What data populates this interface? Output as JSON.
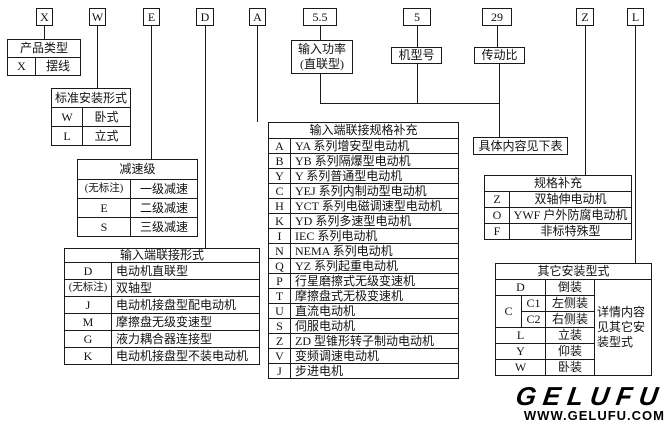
{
  "colors": {
    "line": "#1a1a1a",
    "background": "#ffffff",
    "text": "#111111",
    "logo": "#000000"
  },
  "top_codes": [
    "X",
    "W",
    "E",
    "D",
    "A",
    "5.5",
    "5",
    "29",
    "Z",
    "L"
  ],
  "callouts": {
    "product_type": {
      "title": "产品类型",
      "rows": [
        [
          "X",
          "摆线"
        ]
      ]
    },
    "mounting": {
      "title": "标准安装形式",
      "rows": [
        [
          "W",
          "卧式"
        ],
        [
          "L",
          "立式"
        ]
      ]
    },
    "reduction": {
      "title": "减速级",
      "rows": [
        [
          "(无标注)",
          "一级减速"
        ],
        [
          "E",
          "二级减速"
        ],
        [
          "S",
          "三级减速"
        ]
      ]
    },
    "input_power": {
      "line1": "输入功率",
      "line2": "(直联型)"
    },
    "model_no": "机型号",
    "ratio": "传动比",
    "input_connection": {
      "title": "输入端联接形式",
      "rows": [
        [
          "D",
          "电动机直联型"
        ],
        [
          "(无标注)",
          "双轴型"
        ],
        [
          "J",
          "电动机接盘型配电动机"
        ],
        [
          "M",
          "摩擦盘无级变速型"
        ],
        [
          "G",
          "液力耦合器连接型"
        ],
        [
          "K",
          "电动机接盘型不装电动机"
        ]
      ]
    },
    "input_spec": {
      "title": "输入端联接规格补充",
      "rows": [
        [
          "A",
          "YA 系列增安型电动机"
        ],
        [
          "B",
          "YB 系列隔爆型电动机"
        ],
        [
          "Y",
          "Y 系列普通型电动机"
        ],
        [
          "C",
          "YEJ 系列内制动型电动机"
        ],
        [
          "H",
          "YCT 系列电磁调速型电动机"
        ],
        [
          "K",
          "YD 系列多速型电动机"
        ],
        [
          "I",
          "IEC 系列电动机"
        ],
        [
          "N",
          "NEMA 系列电动机"
        ],
        [
          "Q",
          "YZ 系列起重电动机"
        ],
        [
          "P",
          "行星磨擦式无级变速机"
        ],
        [
          "T",
          "摩擦盘式无极变速机"
        ],
        [
          "U",
          "直流电动机"
        ],
        [
          "S",
          "伺服电动机"
        ],
        [
          "Z",
          "ZD 型锥形转子制动电动机"
        ],
        [
          "V",
          "变频调速电动机"
        ],
        [
          "J",
          "步进电机"
        ]
      ]
    },
    "see_below": "具体内容见下表",
    "spec_supplement": {
      "title": "规格补充",
      "rows": [
        [
          "Z",
          "双轴伸电动机"
        ],
        [
          "O",
          "YWF 户外防腐电动机"
        ],
        [
          "F",
          "非标特殊型"
        ]
      ]
    },
    "other_mounting": {
      "title": "其它安装型式",
      "group_label": "C",
      "note": "详情内容见其它安装型式",
      "rows": [
        [
          "D",
          "倒装"
        ],
        [
          "C1",
          "左侧装"
        ],
        [
          "C2",
          "右侧装"
        ],
        [
          "L",
          "立装"
        ],
        [
          "Y",
          "仰装"
        ],
        [
          "W",
          "卧装"
        ]
      ]
    }
  },
  "logo": {
    "brand": "GELUFU",
    "site": "WWW.GELUFU.COM"
  }
}
